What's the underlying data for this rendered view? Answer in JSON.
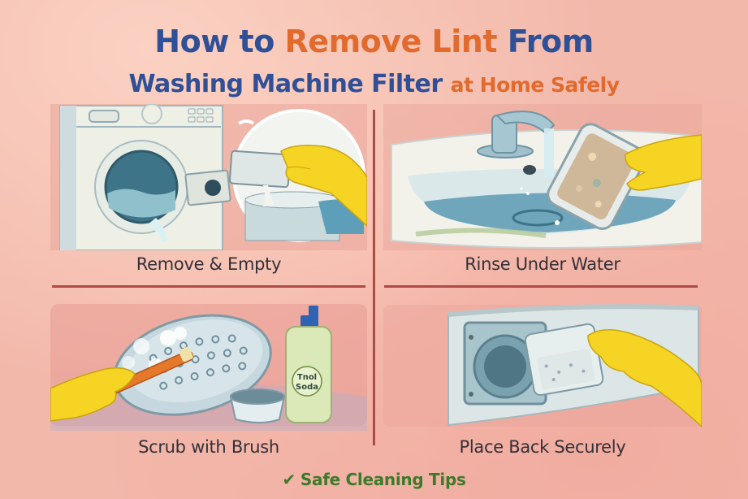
{
  "header": {
    "title_line1": {
      "part1": "How to ",
      "part2": "Remove Lint",
      "part3": " From"
    },
    "title_line2": {
      "part1": "Washing Machine Filter ",
      "part2": "at Home Safely"
    }
  },
  "colors": {
    "background": "#f2b8aa",
    "title_blue": "#2f4f96",
    "title_orange": "#e26a2c",
    "divider": "#b04a46",
    "caption_text": "#333038",
    "footer_green": "#3d7a2a",
    "glove_yellow": "#f5d423"
  },
  "steps": [
    {
      "caption": "Remove & Empty",
      "illustration": "washing-machine-filter-removal"
    },
    {
      "caption": "Rinse Under Water",
      "illustration": "sink-faucet-rinse"
    },
    {
      "caption": "Scrub with Brush",
      "illustration": "brush-scrub-with-soda"
    },
    {
      "caption": "Place Back Securely",
      "illustration": "filter-reinsertion"
    }
  ],
  "soda_bottle_label": {
    "line1": "Tnol",
    "line2": "Soda"
  },
  "footer": {
    "icon": "checkmark-icon",
    "check_glyph": "✔",
    "text": "Safe Cleaning Tips"
  }
}
